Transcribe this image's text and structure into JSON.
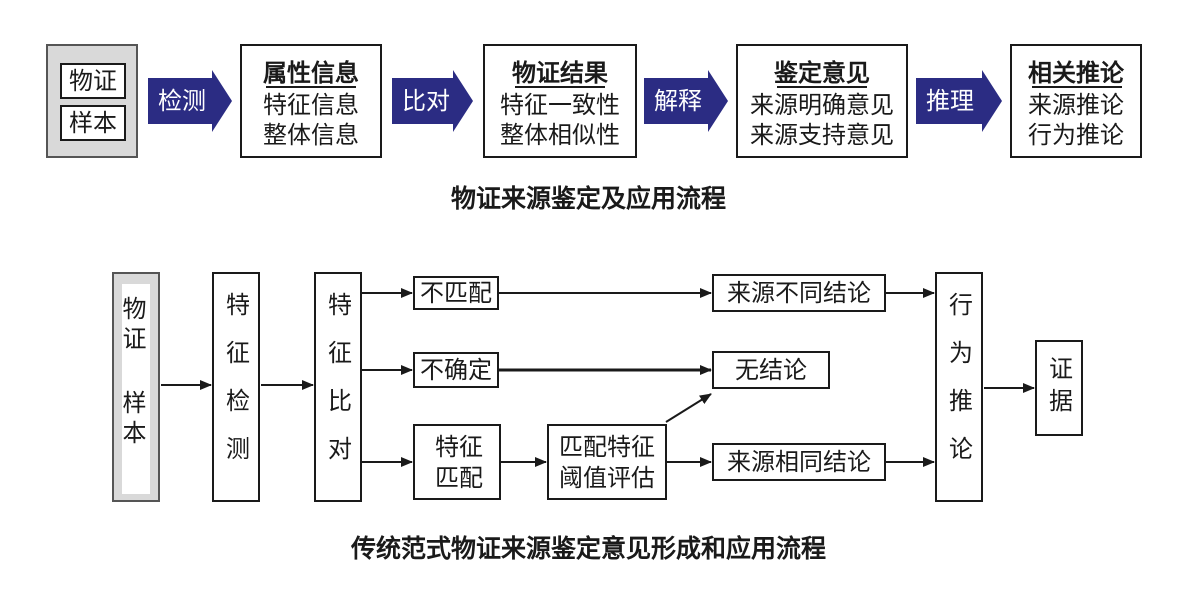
{
  "top": {
    "sample_labels": [
      "物证",
      "样本"
    ],
    "steps": [
      "检测",
      "比对",
      "解释",
      "推理"
    ],
    "boxes": [
      {
        "title": "属性信息",
        "lines": [
          "特征信息",
          "整体信息"
        ]
      },
      {
        "title": "物证结果",
        "lines": [
          "特征一致性",
          "整体相似性"
        ]
      },
      {
        "title": "鉴定意见",
        "lines": [
          "来源明确意见",
          "来源支持意见"
        ]
      },
      {
        "title": "相关推论",
        "lines": [
          "来源推论",
          "行为推论"
        ]
      }
    ],
    "caption": "物证来源鉴定及应用流程"
  },
  "bottom": {
    "sample": "物证 样本",
    "detect": "特征检测",
    "compare": "特征比对",
    "no_match": "不匹配",
    "uncertain": "不确定",
    "feature_match": "特征匹配",
    "threshold": [
      "匹配特征",
      "阈值评估"
    ],
    "diff_source": "来源不同结论",
    "no_conclusion": "无结论",
    "same_source": "来源相同结论",
    "inference": "行为推论",
    "evidence": "证据",
    "caption": "传统范式物证来源鉴定意见形成和应用流程"
  },
  "colors": {
    "arrow_fill": "#2b2c83",
    "sample_bg": "#d9d9d9",
    "line": "#1a1a1a"
  }
}
